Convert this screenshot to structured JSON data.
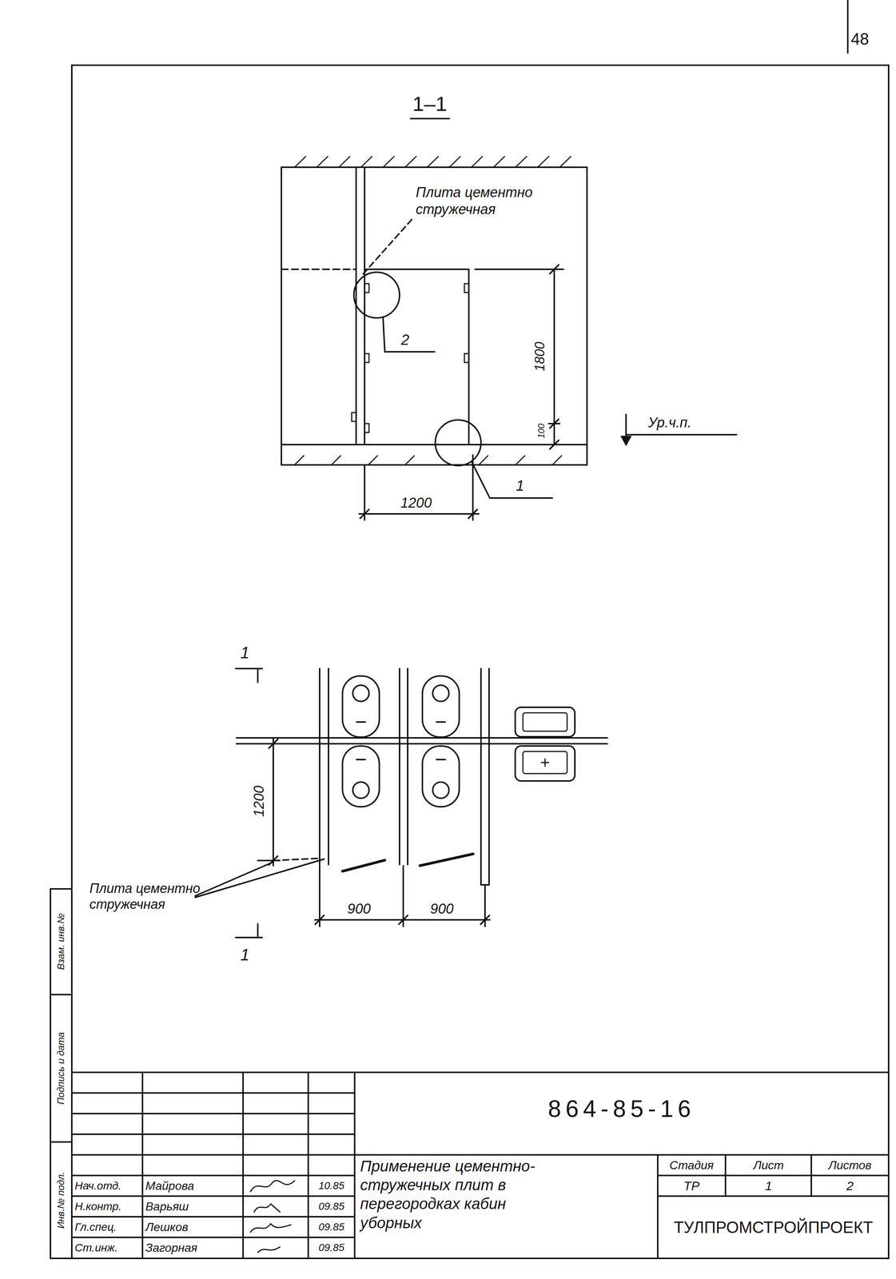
{
  "diagram": {
    "title": "1–1",
    "labels": [
      "48",
      "Плита цементно стружечная",
      "2",
      "1800",
      "100",
      "Ур.ч.п.",
      "1200",
      "1",
      "1",
      "1200",
      "Плита цементно стружечная",
      "900",
      "900",
      "1",
      "864-85-16",
      "Применение цементно-стружечных плит в перегородках кабин уборных",
      "Стадия",
      "Лист",
      "Листов",
      "ТР",
      "1",
      "2",
      "ТУЛПРОМСТРОЙПРОЕКТ",
      "Нач.отд.",
      "Майрова",
      "10.85",
      "Н.контр.",
      "Варьяш",
      "09.85",
      "Гл.спец.",
      "Лешков",
      "09.85",
      "Ст.инж.",
      "Загорная",
      "09.85",
      "Инв.№ подл.",
      "Подпись и дата",
      "Взам. инв.№"
    ]
  }
}
